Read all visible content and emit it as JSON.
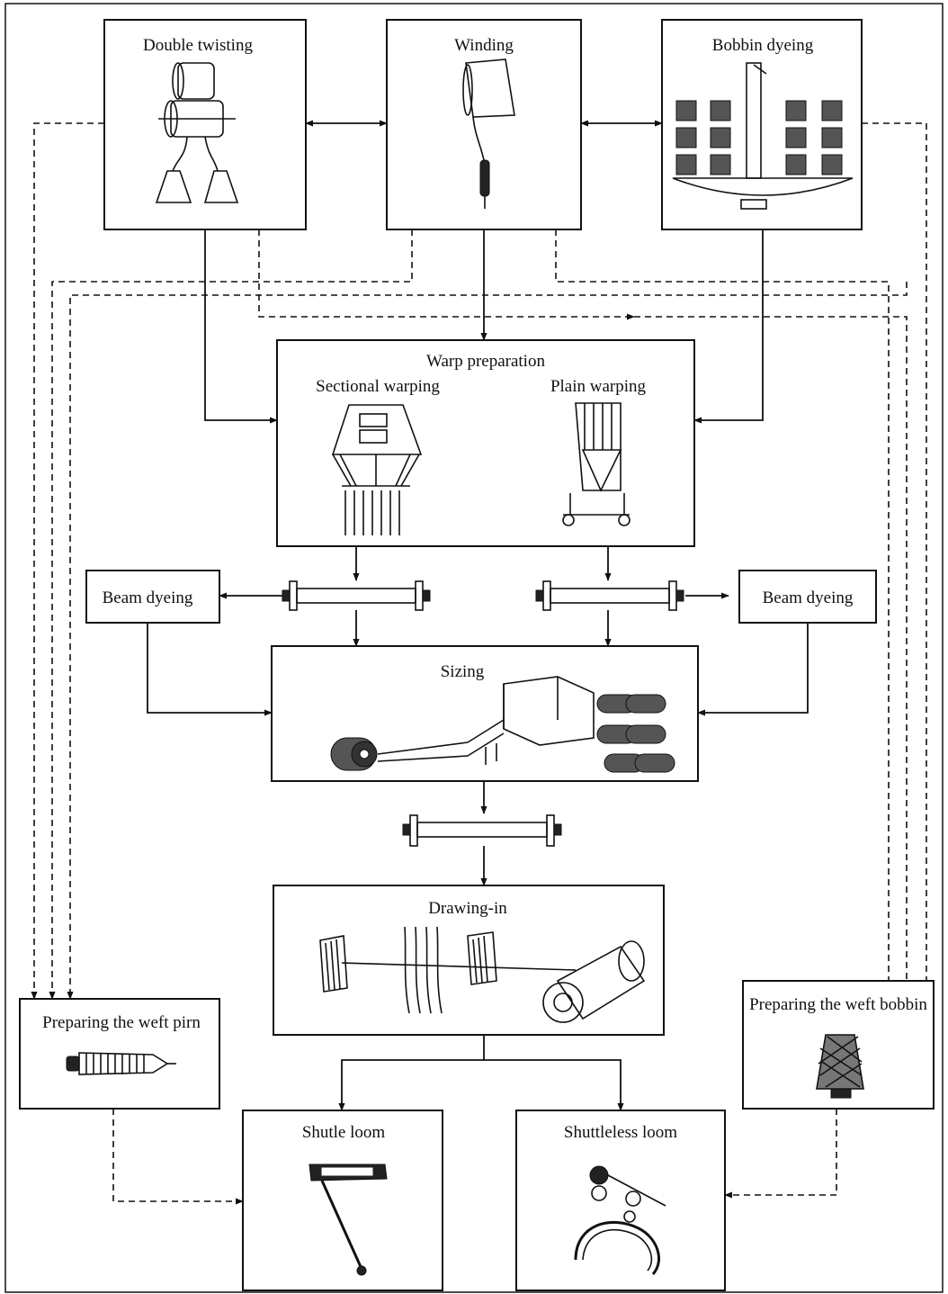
{
  "nodes": {
    "double_twisting": "Double twisting",
    "winding": "Winding",
    "bobbin_dyeing": "Bobbin dyeing",
    "warp_preparation": "Warp preparation",
    "sectional_warping": "Sectional warping",
    "plain_warping": "Plain warping",
    "beam_dyeing_left": "Beam dyeing",
    "beam_dyeing_right": "Beam dyeing",
    "sizing": "Sizing",
    "drawing_in": "Drawing-in",
    "weft_pirn": "Preparing the weft pirn",
    "weft_bobbin": "Preparing the weft bobbin",
    "shuttle_loom": "Shutle loom",
    "shuttleless_loom": "Shuttleless loom"
  },
  "icons": [
    "twister-icon",
    "cone-winder-icon",
    "dyeing-machine-icon",
    "sectional-warper-icon",
    "plain-warper-icon",
    "warp-beam-icon",
    "sizing-machine-icon",
    "drawing-in-icon",
    "pirn-icon",
    "bobbin-cone-icon",
    "shuttle-icon",
    "shuttleless-feeder-icon"
  ]
}
